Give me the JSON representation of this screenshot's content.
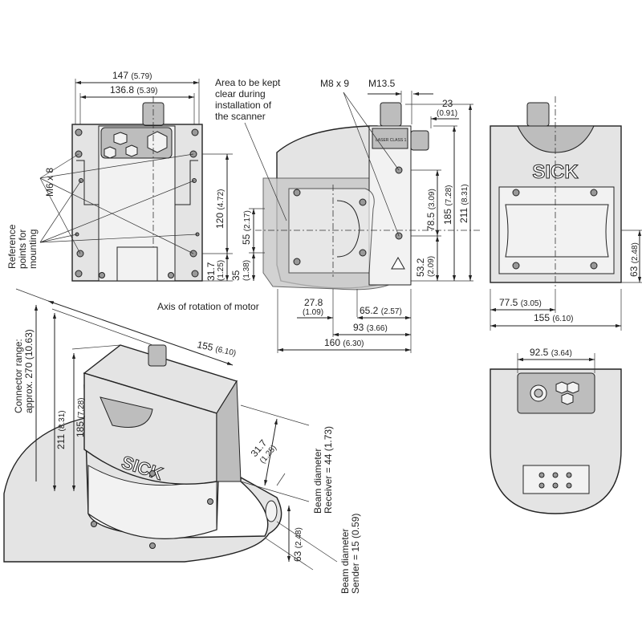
{
  "front_view": {
    "width_overall": "147",
    "width_overall_in": "(5.79)",
    "width_holes": "136.8",
    "width_holes_in": "(5.39)",
    "height_holes": "120",
    "height_holes_in": "(4.72)",
    "height_bottom": "31.7",
    "height_bottom_in": "(1.25)",
    "label_screws": "M6 x 8",
    "label_reference": [
      "Reference",
      "points for",
      "mounting"
    ]
  },
  "side_view": {
    "label_clear_area": [
      "Area to be kept",
      "clear during",
      "installation of",
      "the scanner"
    ],
    "label_m8": "M8 x 9",
    "label_m13": "M13.5",
    "dim_23": "23",
    "dim_23_in": "(0.91)",
    "dim_55": "55",
    "dim_55_in": "(2.17)",
    "dim_35": "35",
    "dim_35_in": "(1.38)",
    "dim_78": "78.5",
    "dim_78_in": "(3.09)",
    "dim_53": "53.2",
    "dim_53_in": "(2.09)",
    "dim_185": "185",
    "dim_185_in": "(7.28)",
    "dim_211": "211",
    "dim_211_in": "(8.31)",
    "dim_27": "27.8",
    "dim_27_in": "(1.09)",
    "dim_65": "65.2",
    "dim_65_in": "(2.57)",
    "dim_93": "93",
    "dim_93_in": "(3.66)",
    "dim_160": "160",
    "dim_160_in": "(6.30)",
    "label_axis": "Axis of rotation of motor",
    "label_laser": "LASER CLASS 1"
  },
  "rear_view": {
    "brand": "SICK",
    "dim_63": "63",
    "dim_63_in": "(2.48)",
    "dim_77": "77.5",
    "dim_77_in": "(3.05)",
    "dim_155": "155",
    "dim_155_in": "(6.10)"
  },
  "top_view": {
    "dim_92": "92.5",
    "dim_92_in": "(3.64)"
  },
  "iso_view": {
    "brand": "SICK",
    "dim_155": "155",
    "dim_155_in": "(6.10)",
    "connector_range": [
      "Connector range:",
      "approx. 270 (10.63)"
    ],
    "dim_211": "211",
    "dim_211_in": "(8.31)",
    "dim_185": "185",
    "dim_185_in": "(7.28)",
    "dim_31": "31.7",
    "dim_31_in": "(1.25)",
    "beam_receiver": [
      "Beam diameter",
      "Receiver = 44 (1.73)"
    ],
    "beam_sender": [
      "Beam diameter",
      "Sender = 15 (0.59)"
    ],
    "dim_63": "63",
    "dim_63_in": "(2.48)"
  }
}
